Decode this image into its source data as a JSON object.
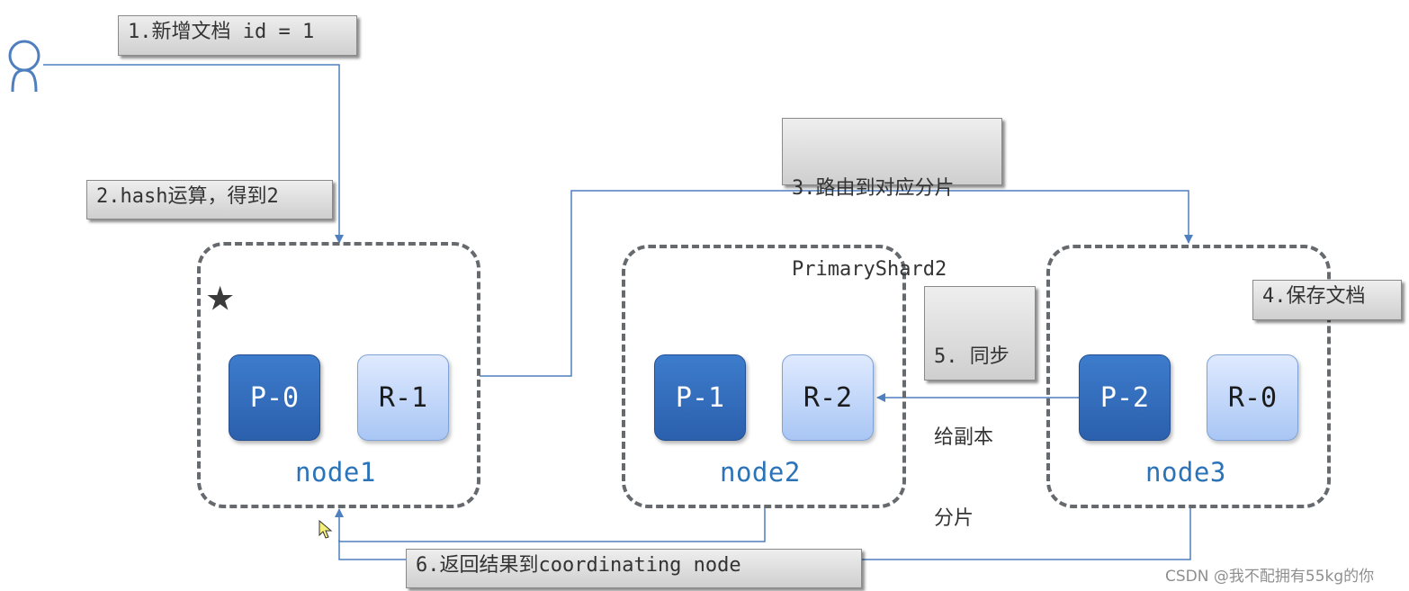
{
  "steps": {
    "step1": "1.新增文档 id = 1",
    "step2": "2.hash运算，得到2",
    "step3_line1": "3.路由到对应分片",
    "step3_line2": "PrimaryShard2",
    "step4": "4.保存文档",
    "step5_line1": "5. 同步",
    "step5_line2": "给副本",
    "step5_line3": "分片",
    "step6": "6.返回结果到coordinating node"
  },
  "nodes": [
    {
      "label": "node1",
      "primary": "P-0",
      "replica": "R-1",
      "coordinating_marker": "★"
    },
    {
      "label": "node2",
      "primary": "P-1",
      "replica": "R-2"
    },
    {
      "label": "node3",
      "primary": "P-2",
      "replica": "R-0"
    }
  ],
  "watermark": "CSDN @我不配拥有55kg的你",
  "colors": {
    "primary_shard": "#2b60ad",
    "replica_shard": "#bcd3f8",
    "node_label": "#2a73b8",
    "connector": "#4f7fbf",
    "node_border": "#666a6e"
  },
  "icons": {
    "client": "user-icon",
    "coordinator": "star-icon",
    "pointer": "cursor-icon"
  }
}
